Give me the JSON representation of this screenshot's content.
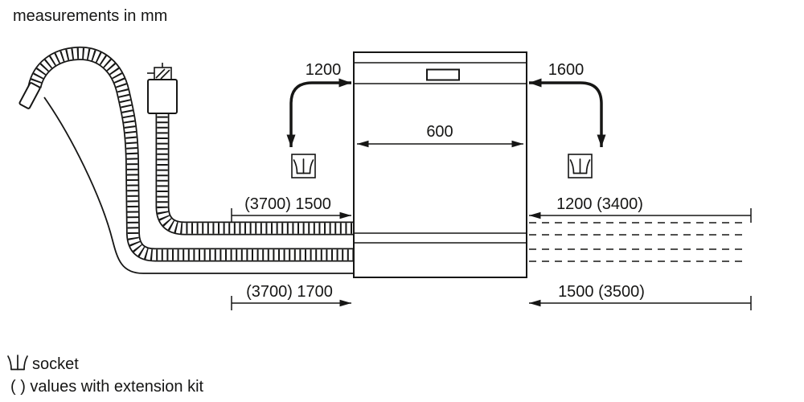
{
  "title": "measurements in mm",
  "machine": {
    "width_label": "600"
  },
  "power": {
    "left_label": "1200",
    "right_label": "1600"
  },
  "hoses": {
    "mid_left_label": "(3700) 1500",
    "mid_right_label": "1200 (3400)",
    "bottom_left_label": "(3700) 1700",
    "bottom_right_label": "1500 (3500)"
  },
  "legend": {
    "socket_label": "socket",
    "extension_label": "( ) values with extension kit"
  },
  "icons": {
    "socket_icon": "trident-power-plug"
  },
  "colors": {
    "line": "#161615",
    "background": "#ffffff"
  }
}
